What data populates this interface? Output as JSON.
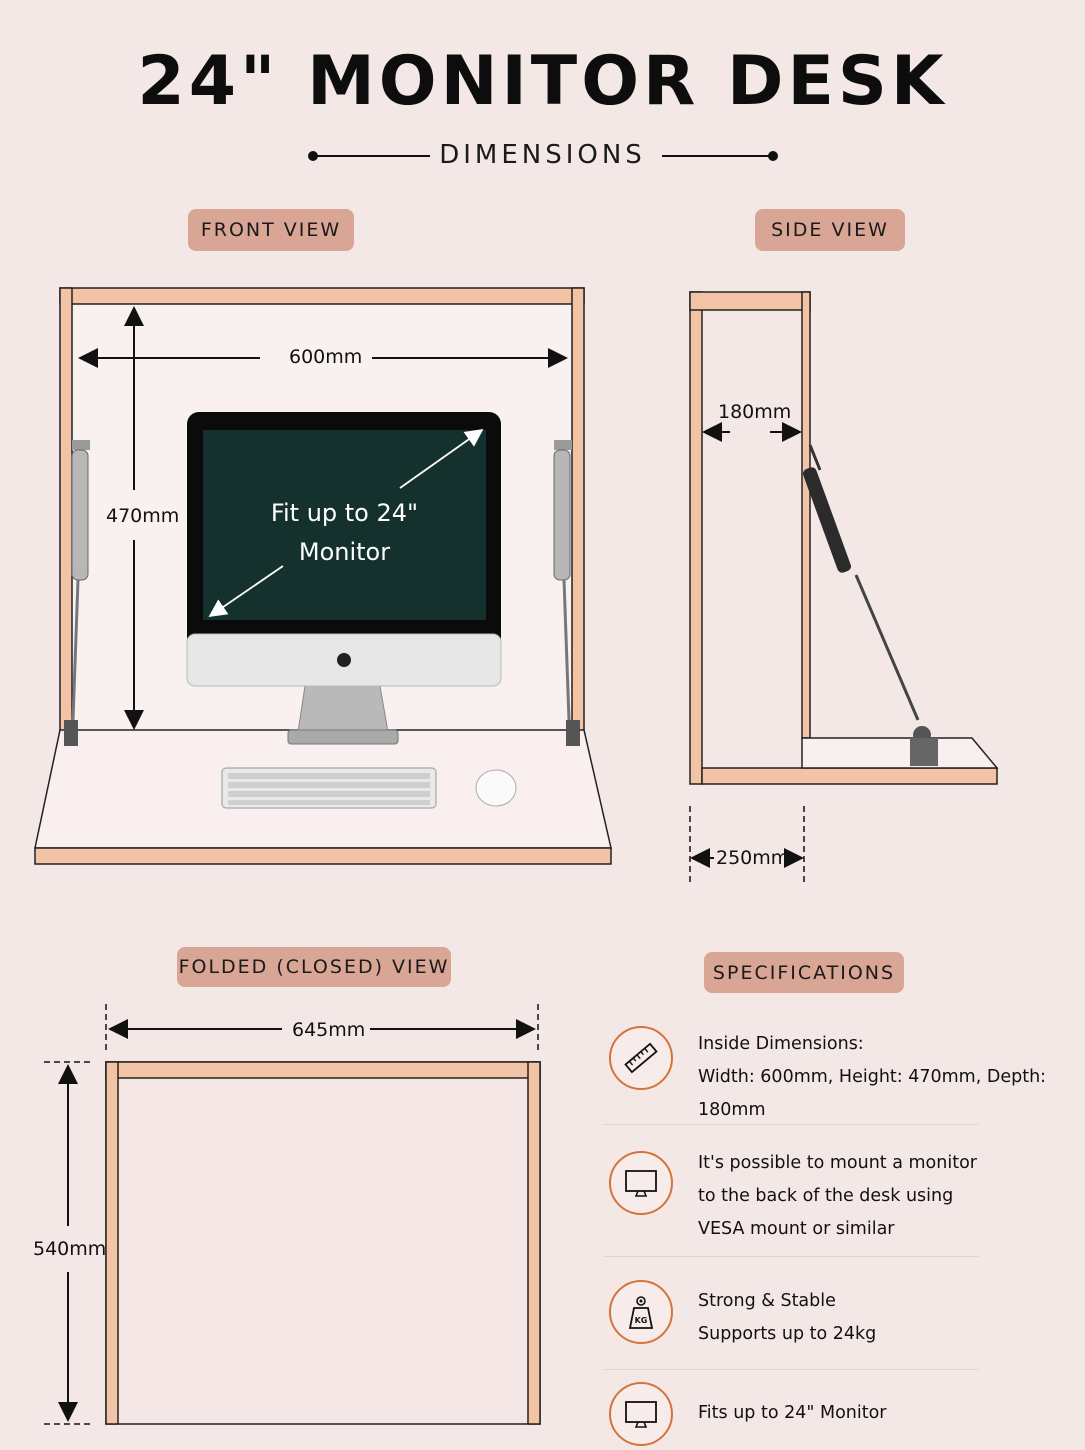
{
  "header": {
    "title": "24\" MONITOR DESK",
    "subtitle": "DIMENSIONS"
  },
  "front_view": {
    "label": "FRONT VIEW",
    "width": "600mm",
    "height": "470mm",
    "screen_text_line1": "Fit up to 24\"",
    "screen_text_line2": "Monitor"
  },
  "side_view": {
    "label": "SIDE VIEW",
    "inner_depth": "180mm",
    "outer_depth": "250mm"
  },
  "folded_view": {
    "label": "FOLDED (CLOSED) VIEW",
    "width": "645mm",
    "height": "540mm"
  },
  "specifications": {
    "label": "SPECIFICATIONS",
    "items": [
      {
        "icon": "ruler-icon",
        "lines": [
          "Inside Dimensions:",
          "Width: 600mm, Height: 470mm, Depth: 180mm"
        ]
      },
      {
        "icon": "monitor-icon",
        "lines": [
          "It's possible to mount a monitor",
          "to the back of the desk using",
          "VESA mount or similar"
        ]
      },
      {
        "icon": "weight-icon",
        "lines": [
          "Strong & Stable",
          "Supports up to 24kg"
        ],
        "weight_mark": "KG"
      },
      {
        "icon": "monitor-icon",
        "lines": [
          "Fits up to 24\" Monitor"
        ]
      }
    ]
  },
  "colors": {
    "background": "#f4e8e6",
    "pill": "#d9a594",
    "wood_edge": "#f3c3a6",
    "icon_ring": "#d4743a"
  }
}
